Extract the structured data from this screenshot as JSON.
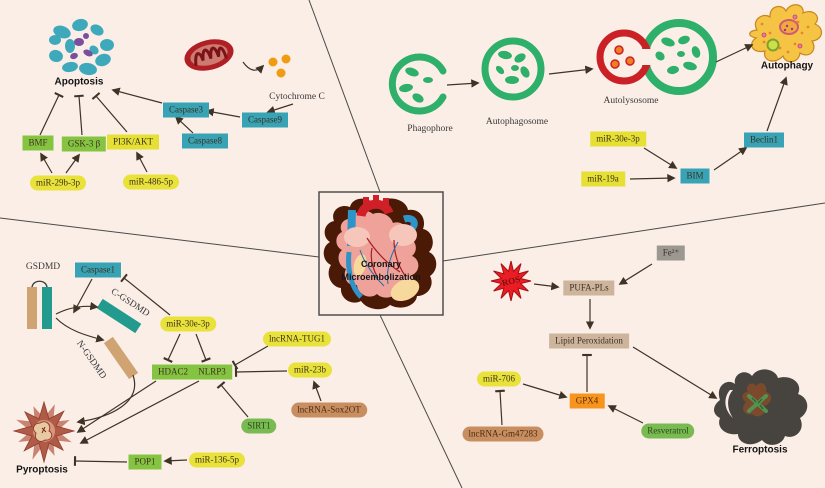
{
  "colors": {
    "background": "#fbeee7",
    "teal_box": "#37a3b4",
    "green_box": "#85c441",
    "yellow_box": "#e5e033",
    "yellow_pill": "#e8e23a",
    "green_pill": "#79ba52",
    "brown_pill": "#c98e60",
    "tan_box": "#cdb49c",
    "gray_box": "#9d9792",
    "orange_box": "#f7941e",
    "arrow": "#3f3325",
    "ros_star": "#ec1c24",
    "membrane_green": "#2eb06a",
    "lysosome_red": "#cb2026"
  },
  "center": {
    "line1": "Coronary",
    "line2": "Microembolization"
  },
  "apoptosis": {
    "title": "Apoptosis",
    "cytochrome": "Cytochrome C",
    "bmf": "BMF",
    "gsk3b": "GSK-3 β",
    "pi3k_akt": "PI3K/AKT",
    "caspase3": "Caspase3",
    "caspase8": "Caspase8",
    "caspase9": "Caspase9",
    "mir_29b_3p": "miR-29b-3p",
    "mir_486_5p": "miR-486-5p"
  },
  "autophagy": {
    "title": "Autophagy",
    "phagophore": "Phagophore",
    "autophagosome": "Autophagosome",
    "autolysosome": "Autolysosome",
    "mir_30e_3p": "miR-30e-3p",
    "mir_19a": "miR-19a",
    "bim": "BIM",
    "beclin1": "Beclin1"
  },
  "pyroptosis": {
    "title": "Pyroptosis",
    "gsdmd": "GSDMD",
    "caspase1": "Caspase1",
    "c_gsdmd": "C-GSDMD",
    "n_gsdmd": "N-GSDMD",
    "mir_30e_3p": "miR-30e-3p",
    "hdac2": "HDAC2",
    "nlrp3": "NLRP3",
    "lncrna_tug1": "lncRNA-TUG1",
    "mir_23b": "miR-23b",
    "lncrna_sox2ot": "lncRNA-Sox2OT",
    "sirt1": "SIRT1",
    "pop1": "POP1",
    "mir_136_5p": "miR-136-5p"
  },
  "ferroptosis": {
    "title": "Ferroptosis",
    "ros": "ROS",
    "fe": "Fe²⁺",
    "pufa_pls": "PUFA-PLs",
    "lipid_peroxidation": "Lipid Peroxidation",
    "mir_706": "miR-706",
    "gpx4": "GPX4",
    "lncrna_gm47283": "lncRNA-Gm47283",
    "resveratrol": "Resveratrol"
  }
}
